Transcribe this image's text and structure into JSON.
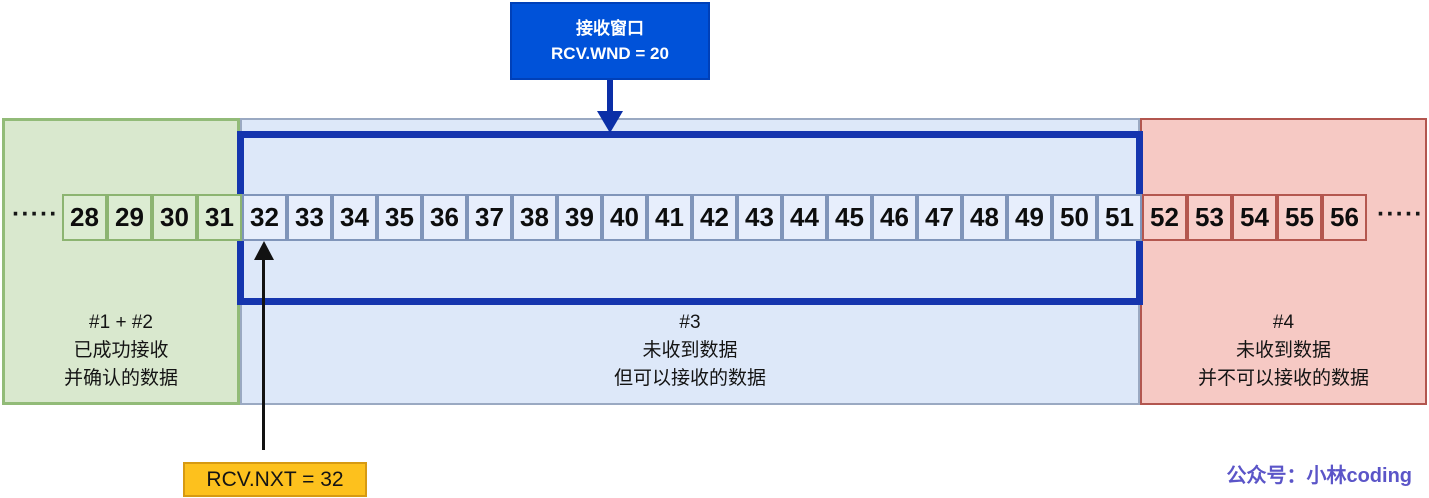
{
  "header_box": {
    "title": "接收窗口",
    "value": "RCV.WND = 20"
  },
  "sequence": {
    "ellipsis_left": "·····",
    "ellipsis_right": "·····",
    "received_cells": [
      "28",
      "29",
      "30",
      "31"
    ],
    "window_cells": [
      "32",
      "33",
      "34",
      "35",
      "36",
      "37",
      "38",
      "39",
      "40",
      "41",
      "42",
      "43",
      "44",
      "45",
      "46",
      "47",
      "48",
      "49",
      "50",
      "51"
    ],
    "unacceptable_cells": [
      "52",
      "53",
      "54",
      "55",
      "56"
    ]
  },
  "regions": [
    {
      "lines": [
        "#1 + #2",
        "已成功接收",
        "并确认的数据"
      ]
    },
    {
      "lines": [
        "#3",
        "未收到数据",
        "但可以接收的数据"
      ]
    },
    {
      "lines": [
        "#4",
        "未收到数据",
        "并不可以接收的数据"
      ]
    }
  ],
  "pointer": {
    "label": "RCV.NXT = 32"
  },
  "watermark": "公众号：小林coding",
  "colors": {
    "header_box_bg": "#0052d9",
    "window_border": "#1535ae",
    "received_panel_bg": "#d9e8ce",
    "received_panel_border": "#92bb78",
    "window_panel_bg": "#dde8f9",
    "unacceptable_panel_bg": "#f6c9c4",
    "unacceptable_panel_border": "#b2564f",
    "pointer_box_bg": "#fdc11d",
    "watermark_color": "#5b55c8",
    "arrow_blue": "#0b2fa7",
    "arrow_black": "#121212"
  }
}
